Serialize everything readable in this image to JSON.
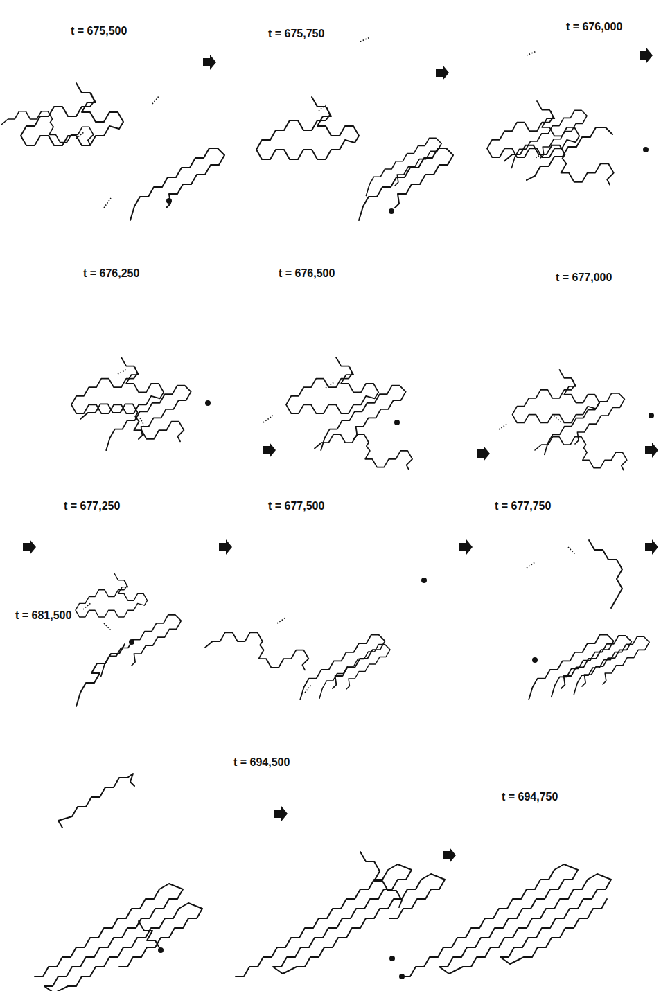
{
  "diagram": {
    "labels": [
      "t = 675,500",
      "t = 675,750",
      "t = 676,000",
      "t = 676,250",
      "t = 676,500",
      "t = 677,000",
      "t = 677,250",
      "t = 677,500",
      "t = 677,750",
      "t = 681,500",
      "t = 694,500",
      "t = 694,750"
    ]
  }
}
